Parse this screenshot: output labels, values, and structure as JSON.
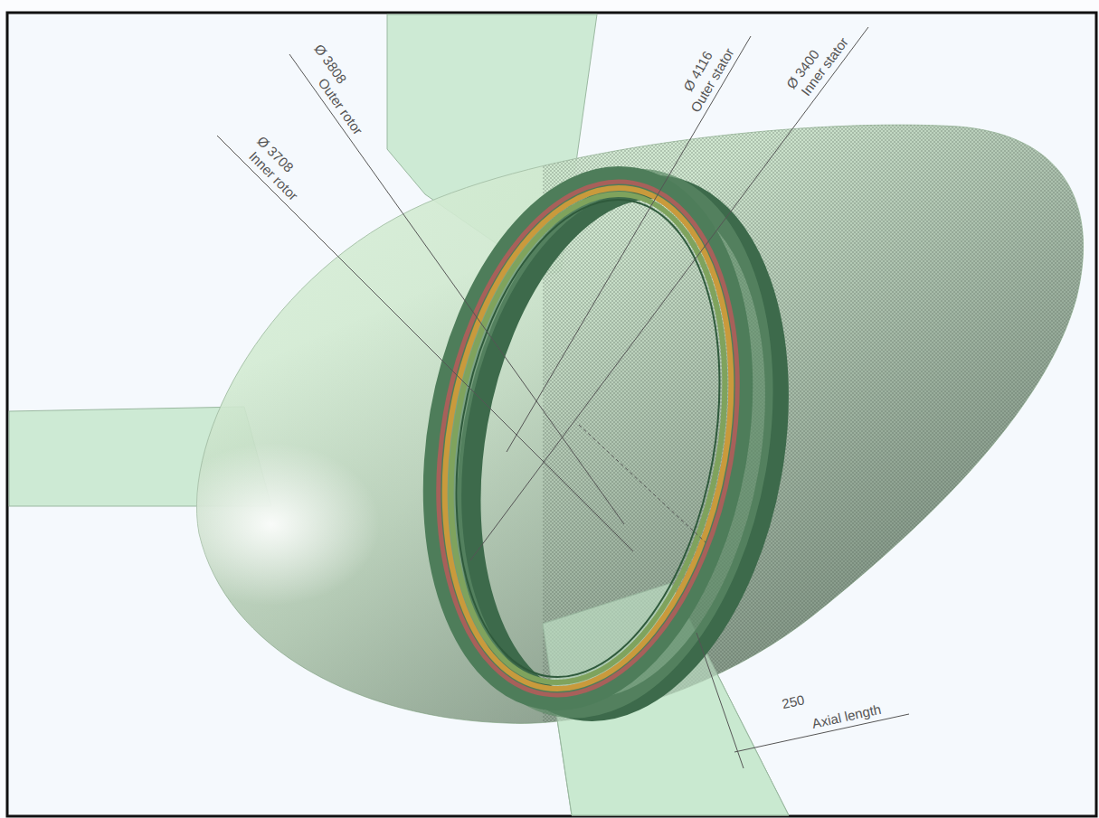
{
  "diagram": {
    "labels": [
      "Ø 3808",
      "Outer rotor",
      "Ø 3708",
      "Inner rotor",
      "Ø 4116",
      "Outer stator",
      "Ø 3400",
      "Inner stator",
      "250",
      "Axial length"
    ]
  }
}
